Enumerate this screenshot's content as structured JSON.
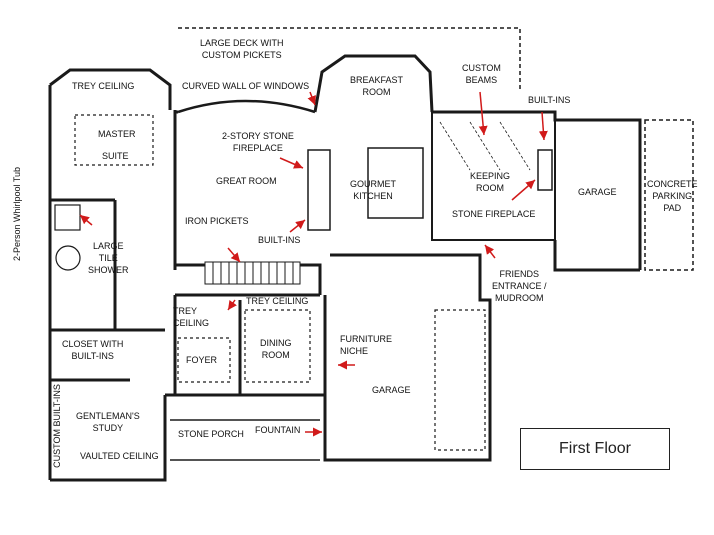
{
  "rooms": {
    "large_deck": "LARGE DECK WITH\nCUSTOM PICKETS",
    "curved_wall": "CURVED WALL OF WINDOWS",
    "breakfast_room": "BREAKFAST\nROOM",
    "custom_beams": "CUSTOM\nBEAMS",
    "built_ins_top": "BUILT-INS",
    "trey_ceiling_master": "TREY CEILING",
    "master_suite_1": "MASTER",
    "master_suite_2": "SUITE",
    "stone_fireplace_2story": "2-STORY STONE\nFIREPLACE",
    "great_room": "GREAT ROOM",
    "gourmet_kitchen": "GOURMET\nKITCHEN",
    "keeping_room": "KEEPING\nROOM",
    "stone_fireplace": "STONE  FIREPLACE",
    "garage_right": "GARAGE",
    "concrete_pad": "CONCRETE\nPARKING\nPAD",
    "whirlpool_tub": "2-Person Whirlpool Tub",
    "large_tile_shower": "LARGE\nTILE\nSHOWER",
    "iron_pickets": "IRON PICKETS",
    "built_ins_great": "BUILT-INS",
    "friends_entrance": "FRIENDS\nENTRANCE /\nMUDROOM",
    "trey_ceiling_foyer": "TREY\nCEILING",
    "trey_ceiling_dining": "TREY CEILING",
    "foyer": "FOYER",
    "dining_room": "DINING\nROOM",
    "furniture_niche": "FURNITURE\nNICHE",
    "closet_builtins": "CLOSET WITH\nBUILT-INS",
    "garage_main": "GARAGE",
    "custom_builtins_vert": "CUSTOM BUILT-INS",
    "gentleman_study": "GENTLEMAN'S\nSTUDY",
    "vaulted_ceiling": "VAULTED CEILING",
    "stone_porch": "STONE PORCH",
    "fountain": "FOUNTAIN"
  },
  "legend": "First Floor",
  "colors": {
    "line": "#1a1a1a",
    "arrow": "#d11a1a"
  }
}
